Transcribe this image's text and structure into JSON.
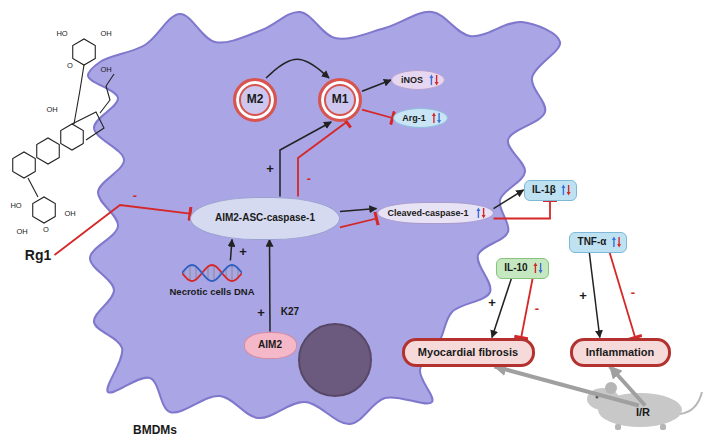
{
  "diagram": {
    "nodes": [
      {
        "text": [
          "BMDMs"
        ]
      },
      {
        "text": [
          "Rg1"
        ]
      },
      {
        "text": [
          "M2"
        ],
        "in": 0
      },
      {
        "text": [
          "M1"
        ],
        "in": 0
      },
      {
        "text": [
          "iNOS"
        ],
        "in": 0
      },
      {
        "text": [
          "Arg-1"
        ],
        "in": 0
      },
      {
        "text": [
          "AIM2-ASC-caspase-1"
        ],
        "in": 0
      },
      {
        "text": [
          "Cleaved-caspase-1"
        ],
        "in": 0
      },
      {
        "text": [
          "Necrotic cells DNA"
        ],
        "in": 0
      },
      {
        "text": [
          "AIM2"
        ],
        "in": 0
      },
      {
        "text": [
          "IL-1β"
        ]
      },
      {
        "text": [
          "TNF-α"
        ]
      },
      {
        "text": [
          "IL-10"
        ]
      },
      {
        "text": [
          "Myocardial fibrosis"
        ]
      },
      {
        "text": [
          "Inflammation"
        ]
      },
      {
        "text": [
          "I/R"
        ]
      }
    ],
    "edges": [
      {
        "from": 1,
        "to": 6,
        "arrow": "to",
        "label": "-"
      },
      {
        "from": 8,
        "to": 6,
        "arrow": "to",
        "label": "+"
      },
      {
        "from": 9,
        "to": 6,
        "arrow": "to",
        "label": "+"
      },
      {
        "from": 2,
        "to": 3,
        "arrow": "to"
      },
      {
        "from": 6,
        "to": 3,
        "arrow": "to",
        "label": "+"
      },
      {
        "from": 6,
        "to": 3,
        "arrow": "to",
        "label": "-"
      },
      {
        "from": 3,
        "to": 4,
        "arrow": "to"
      },
      {
        "from": 3,
        "to": 5,
        "arrow": "to"
      },
      {
        "from": 6,
        "to": 7,
        "arrow": "to"
      },
      {
        "from": 6,
        "to": 7,
        "arrow": "to"
      },
      {
        "from": 7,
        "to": 10,
        "arrow": "to"
      },
      {
        "from": 7,
        "to": 10,
        "arrow": "to"
      },
      {
        "from": 12,
        "to": 13,
        "arrow": "to",
        "label": "+"
      },
      {
        "from": 12,
        "to": 13,
        "arrow": "to",
        "label": "-"
      },
      {
        "from": 11,
        "to": 14,
        "arrow": "to",
        "label": "+"
      },
      {
        "from": 11,
        "to": 14,
        "arrow": "to",
        "label": "-"
      },
      {
        "from": 15,
        "to": 13,
        "arrow": "to"
      },
      {
        "from": 15,
        "to": 14,
        "arrow": "to"
      }
    ],
    "labels": [
      "K27",
      "HO",
      "OH",
      "OH",
      "O",
      "OH",
      "HO",
      "OH",
      "O",
      "OH"
    ]
  }
}
